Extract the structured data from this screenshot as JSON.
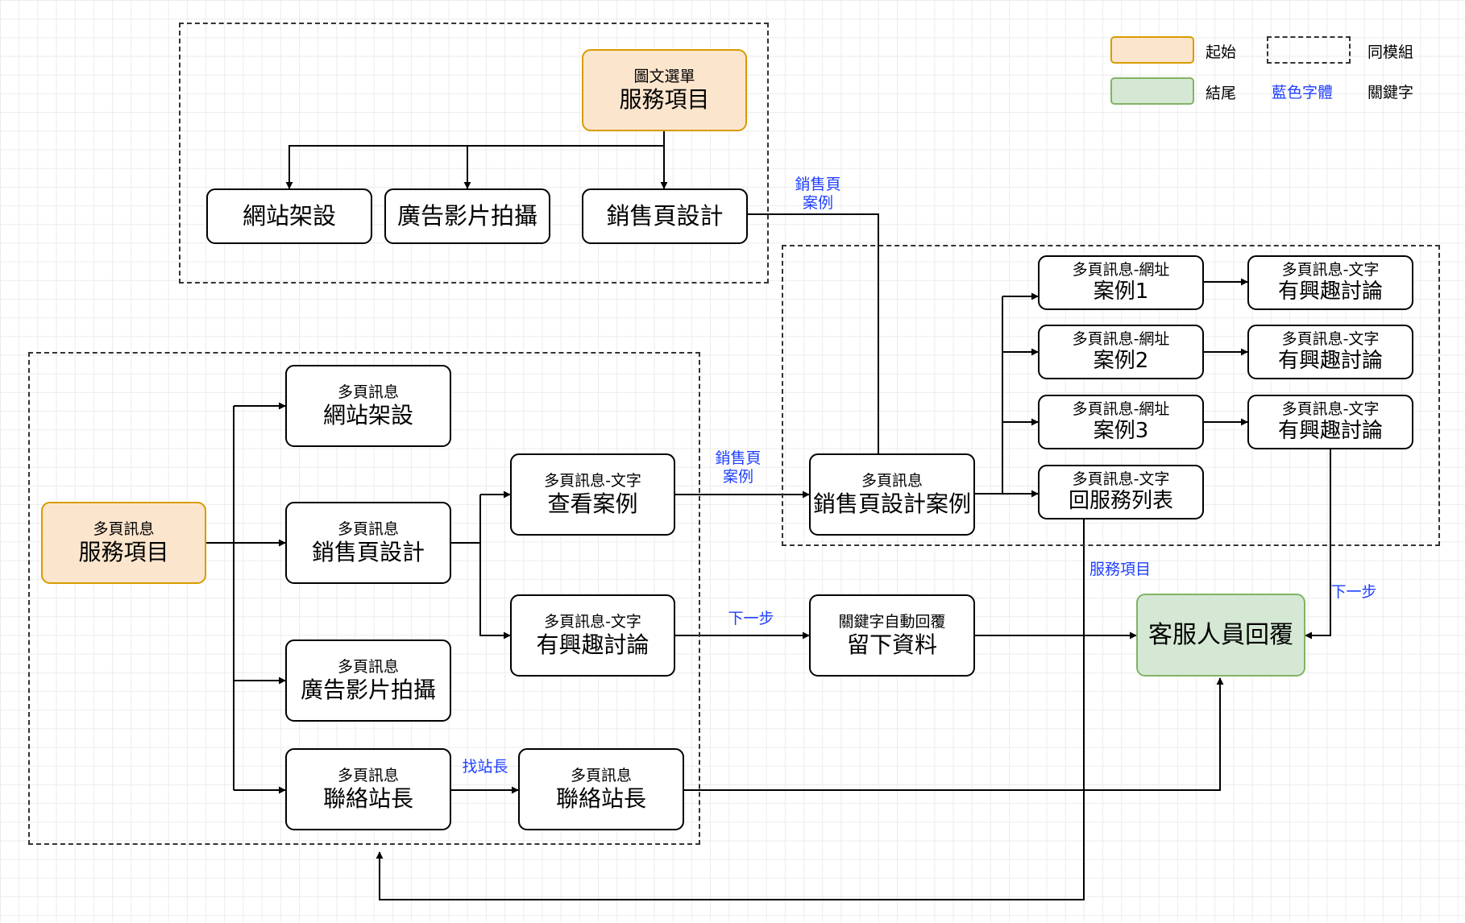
{
  "legend": {
    "start_label": "起始",
    "end_label": "結尾",
    "module_label": "同模組",
    "blue_text_label": "藍色字體",
    "keyword_label": "關鍵字",
    "colors": {
      "start_fill": "#fce5cd",
      "start_border": "#d79b00",
      "end_fill": "#d5e8d4",
      "end_border": "#82b366",
      "keyword_text": "#1f3fff"
    }
  },
  "top_module": {
    "menu": {
      "sub": "圖文選單",
      "main": "服務項目"
    },
    "website_setup": "網站架設",
    "ad_video": "廣告影片拍攝",
    "sales_page_design": "銷售頁設計"
  },
  "left_module": {
    "service_items": {
      "sub": "多頁訊息",
      "main": "服務項目"
    },
    "website_setup": {
      "sub": "多頁訊息",
      "main": "網站架設"
    },
    "sales_page_design": {
      "sub": "多頁訊息",
      "main": "銷售頁設計"
    },
    "ad_video": {
      "sub": "多頁訊息",
      "main": "廣告影片拍攝"
    },
    "contact_admin_1": {
      "sub": "多頁訊息",
      "main": "聯絡站長"
    },
    "view_cases": {
      "sub": "多頁訊息-文字",
      "main": "查看案例"
    },
    "interested": {
      "sub": "多頁訊息-文字",
      "main": "有興趣討論"
    },
    "contact_admin_2": {
      "sub": "多頁訊息",
      "main": "聯絡站長"
    }
  },
  "right_module": {
    "sales_cases": {
      "sub": "多頁訊息",
      "main": "銷售頁設計案例"
    },
    "case1": {
      "sub": "多頁訊息-網址",
      "main": "案例1"
    },
    "case2": {
      "sub": "多頁訊息-網址",
      "main": "案例2"
    },
    "case3": {
      "sub": "多頁訊息-網址",
      "main": "案例3"
    },
    "back_service_list": {
      "sub": "多頁訊息-文字",
      "main": "回服務列表"
    },
    "interest1": {
      "sub": "多頁訊息-文字",
      "main": "有興趣討論"
    },
    "interest2": {
      "sub": "多頁訊息-文字",
      "main": "有興趣討論"
    },
    "interest3": {
      "sub": "多頁訊息-文字",
      "main": "有興趣討論"
    }
  },
  "auto_reply": {
    "sub": "關鍵字自動回覆",
    "main": "留下資料"
  },
  "cs_reply": "客服人員回覆",
  "keywords": {
    "sales_case_top": "銷售頁\n案例",
    "sales_case_mid": "銷售頁\n案例",
    "next_step_mid": "下一步",
    "find_admin": "找站長",
    "service_items": "服務項目",
    "next_step_right": "下一步"
  }
}
